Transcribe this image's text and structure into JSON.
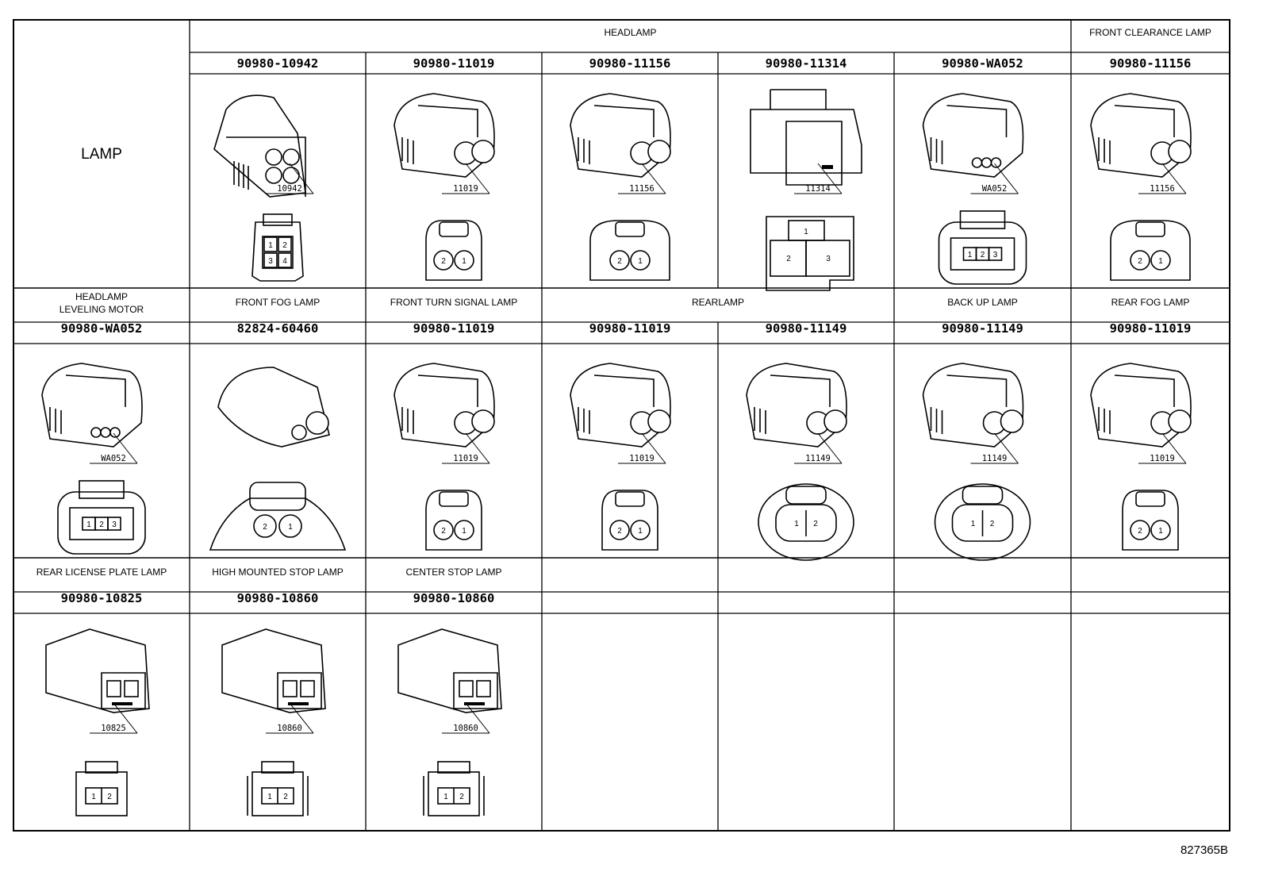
{
  "title": "LAMP",
  "figure_code": "827365B",
  "rows": [
    {
      "cells": [
        {
          "header": "HEADLAMP",
          "part": "90980-10942",
          "tag": "10942",
          "pins": [
            "1",
            "2",
            "3",
            "4"
          ],
          "kind": "quad"
        },
        {
          "header": "",
          "part": "90980-11019",
          "tag": "11019",
          "pins": [
            "2",
            "1"
          ],
          "kind": "round2"
        },
        {
          "header": "",
          "part": "90980-11156",
          "tag": "11156",
          "pins": [
            "2",
            "1"
          ],
          "kind": "round2w"
        },
        {
          "header": "",
          "part": "90980-11314",
          "tag": "11314",
          "pins": [
            "1",
            "2",
            "3"
          ],
          "kind": "tri"
        },
        {
          "header": "",
          "part": "90980-WA052",
          "tag": "WA052",
          "pins": [
            "1",
            "2",
            "3"
          ],
          "kind": "box3"
        },
        {
          "header": "FRONT CLEARANCE LAMP",
          "part": "90980-11156",
          "tag": "11156",
          "pins": [
            "2",
            "1"
          ],
          "kind": "round2w"
        }
      ]
    },
    {
      "cells": [
        {
          "header": "HEADLAMP",
          "header2": "LEVELING MOTOR",
          "part": "90980-WA052",
          "tag": "WA052",
          "pins": [
            "1",
            "2",
            "3"
          ],
          "kind": "box3"
        },
        {
          "header": "FRONT FOG LAMP",
          "part": "82824-60460",
          "tag": "",
          "pins": [
            "2",
            "1"
          ],
          "kind": "fog"
        },
        {
          "header": "FRONT TURN SIGNAL LAMP",
          "part": "90980-11019",
          "tag": "11019",
          "pins": [
            "2",
            "1"
          ],
          "kind": "round2"
        },
        {
          "header": "REARLAMP",
          "part": "90980-11019",
          "tag": "11019",
          "pins": [
            "2",
            "1"
          ],
          "kind": "round2"
        },
        {
          "header": "",
          "part": "90980-11149",
          "tag": "11149",
          "pins": [
            "1",
            "2"
          ],
          "kind": "oval2"
        },
        {
          "header": "BACK UP LAMP",
          "part": "90980-11149",
          "tag": "11149",
          "pins": [
            "1",
            "2"
          ],
          "kind": "oval2"
        },
        {
          "header": "REAR FOG LAMP",
          "part": "90980-11019",
          "tag": "11019",
          "pins": [
            "2",
            "1"
          ],
          "kind": "round2"
        }
      ]
    },
    {
      "cells": [
        {
          "header": "REAR LICENSE PLATE LAMP",
          "part": "90980-10825",
          "tag": "10825",
          "pins": [
            "1",
            "2"
          ],
          "kind": "flat2"
        },
        {
          "header": "HIGH MOUNTED STOP LAMP",
          "part": "90980-10860",
          "tag": "10860",
          "pins": [
            "1",
            "2"
          ],
          "kind": "latch2"
        },
        {
          "header": "CENTER STOP LAMP",
          "part": "90980-10860",
          "tag": "10860",
          "pins": [
            "1",
            "2"
          ],
          "kind": "latch2"
        }
      ]
    }
  ]
}
